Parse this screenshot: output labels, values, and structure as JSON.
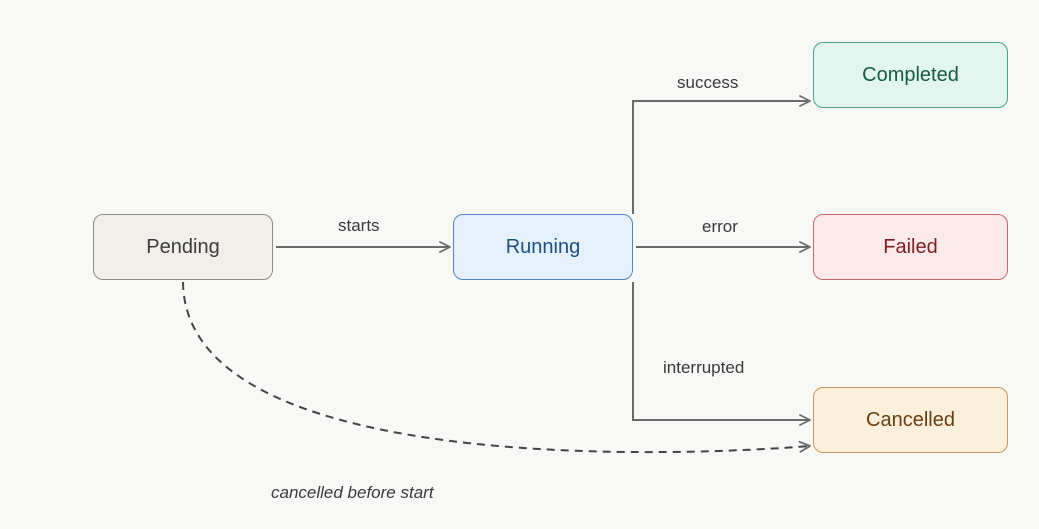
{
  "nodes": {
    "pending": {
      "label": "Pending",
      "fill": "#f1efe9",
      "stroke": "#8e8c86",
      "text": "#3c3b38"
    },
    "running": {
      "label": "Running",
      "fill": "#e6f0fb",
      "stroke": "#4f86c6",
      "text": "#1d4f86"
    },
    "completed": {
      "label": "Completed",
      "fill": "#e2f5ee",
      "stroke": "#4aa283",
      "text": "#155c44"
    },
    "failed": {
      "label": "Failed",
      "fill": "#fceaea",
      "stroke": "#c96a6a",
      "text": "#7e1f1f"
    },
    "cancelled": {
      "label": "Cancelled",
      "fill": "#fcefdc",
      "stroke": "#c8975a",
      "text": "#6a3c0c"
    }
  },
  "edges": {
    "starts": "starts",
    "success": "success",
    "error": "error",
    "interrupted": "interrupted",
    "cancelled_before_start": "cancelled before start"
  },
  "colors": {
    "edge": "#6b6b6b",
    "background": "#f8f8f6"
  }
}
